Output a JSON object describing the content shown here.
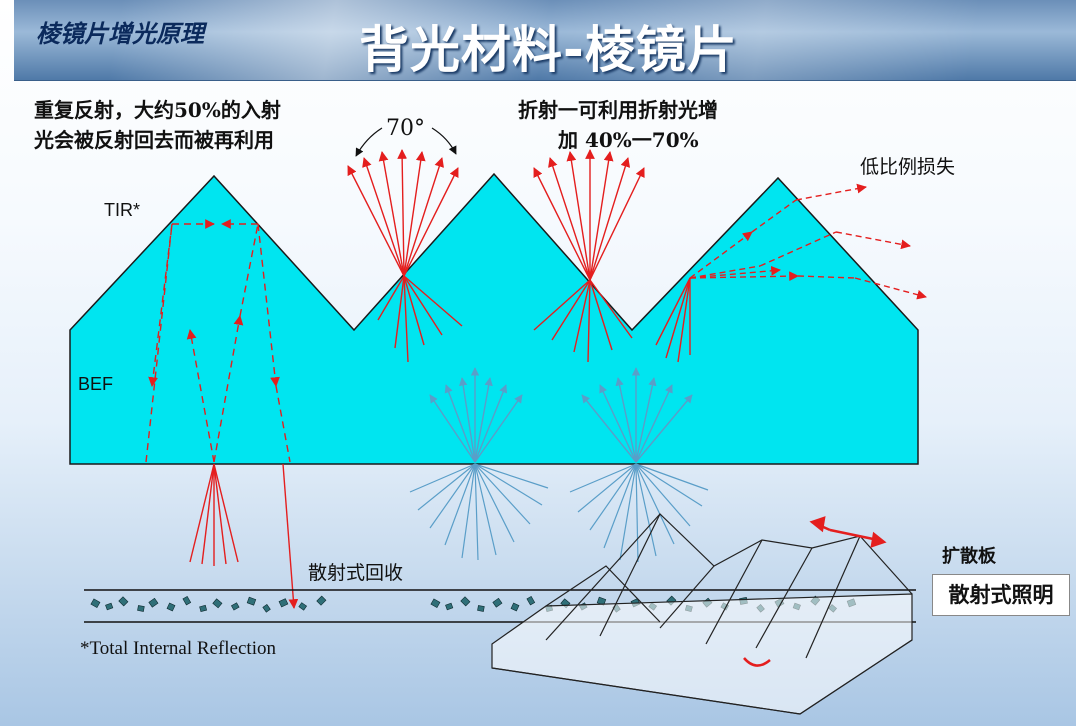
{
  "header": {
    "section_title": "棱镜片增光原理",
    "main_title": "背光材料-棱镜片"
  },
  "annotations": {
    "reflection_line1": "重复反射，大约50%的入射",
    "reflection_line2": "光会被反射回去而被再利用",
    "refraction_line1": "折射一可利用折射光增",
    "refraction_line2": "加  40%一70%",
    "angle": "70°",
    "low_loss": "低比例损失",
    "tir": "TIR*",
    "bef": "BEF",
    "scatter_recycle": "散射式回收",
    "diffuser": "扩散板",
    "scatter_illumination": "散射式照明",
    "footnote": "*Total Internal Reflection"
  },
  "colors": {
    "prism_fill": "#00e5f0",
    "red_ray": "#e41e1e",
    "blue_ray": "#5a9ec8",
    "title_navy": "#0b2a5c"
  }
}
